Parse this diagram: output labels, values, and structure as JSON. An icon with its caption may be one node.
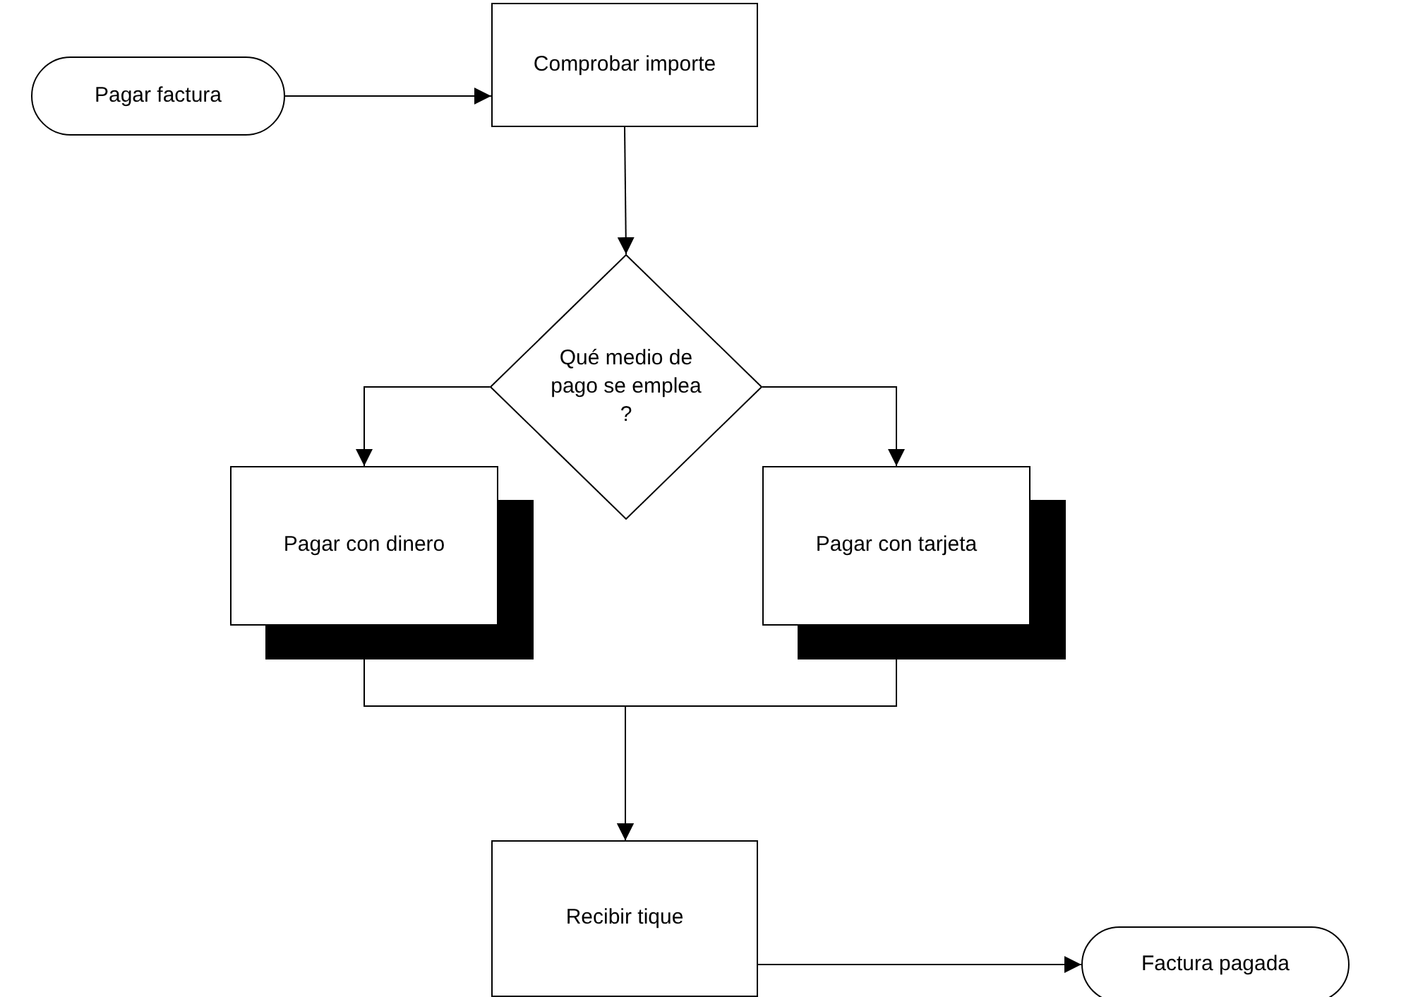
{
  "diagram": {
    "nodes": [
      {
        "text": [
          "Pagar factura"
        ]
      },
      {
        "text": [
          "Comprobar importe"
        ]
      },
      {
        "text": [
          "Qué medio de pago se emplea ?"
        ]
      },
      {
        "text": [
          "Pagar con dinero"
        ]
      },
      {
        "text": [
          "Pagar con tarjeta"
        ]
      },
      {
        "text": [
          "Recibir tique"
        ]
      },
      {
        "text": [
          "Factura pagada"
        ]
      }
    ],
    "edges": [
      {
        "from": 0,
        "to": 1,
        "arrow": "to"
      },
      {
        "from": 1,
        "to": 2,
        "arrow": "to"
      },
      {
        "from": 2,
        "to": 3,
        "arrow": "to"
      },
      {
        "from": 2,
        "to": 4,
        "arrow": "to"
      },
      {
        "from": 3,
        "to": 5,
        "arrow": "to"
      },
      {
        "from": 4,
        "to": 5,
        "arrow": "to"
      },
      {
        "from": 5,
        "to": 6,
        "arrow": "to"
      }
    ]
  }
}
